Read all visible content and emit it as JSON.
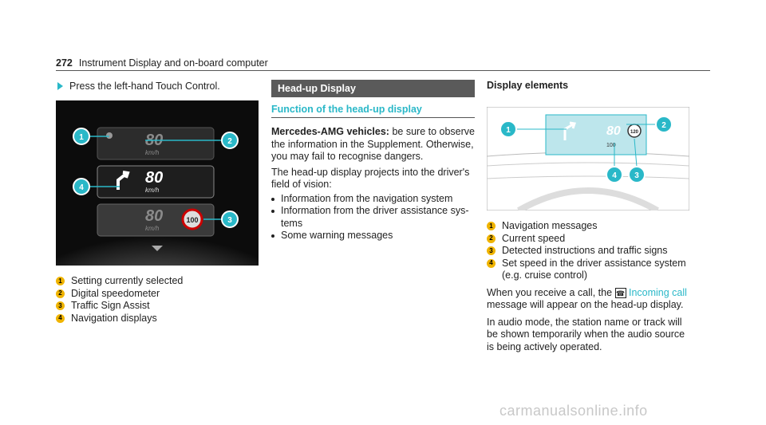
{
  "header": {
    "page_number": "272",
    "title": "Instrument Display and on-board computer"
  },
  "col1": {
    "step": "Press the left-hand Touch Control.",
    "image": {
      "speed": "80",
      "unit": "km/h",
      "limit": "100"
    },
    "legend": [
      {
        "n": "1",
        "text": "Setting currently selected"
      },
      {
        "n": "2",
        "text": "Digital speedometer"
      },
      {
        "n": "3",
        "text": "Traffic Sign Assist"
      },
      {
        "n": "4",
        "text": "Navigation displays"
      }
    ]
  },
  "col2": {
    "section_title": "Head-up Display",
    "subtitle": "Function of the head-up display",
    "p1_bold": "Mercedes-AMG vehicles:",
    "p1_rest": " be sure to observe the information in the Supplement. Otherwise, you may fail to recognise dangers.",
    "p2": "The head-up display projects into the driver's field of vision:",
    "bullets": [
      "Information from the navigation system",
      "Information from the driver assistance sys-tems",
      "Some warning messages"
    ]
  },
  "col3": {
    "heading": "Display elements",
    "image": {
      "speed": "80",
      "limit": "120",
      "set_speed": "100"
    },
    "legend": [
      {
        "n": "1",
        "text": "Navigation messages"
      },
      {
        "n": "2",
        "text": "Current speed"
      },
      {
        "n": "3",
        "text": "Detected instructions and traffic signs"
      },
      {
        "n": "4",
        "text": "Set speed in the driver assistance system (e.g. cruise control)"
      }
    ],
    "p1_a": "When you receive a call, the ",
    "p1_link": "Incoming call",
    "p1_b": " message will appear on the head-up display.",
    "p2": "In audio mode, the station name or track will be shown temporarily when the audio source is being actively operated."
  },
  "watermark": "carmanualsonline.info",
  "colors": {
    "accent": "#2ab8c8",
    "badge": "#f0b400"
  }
}
